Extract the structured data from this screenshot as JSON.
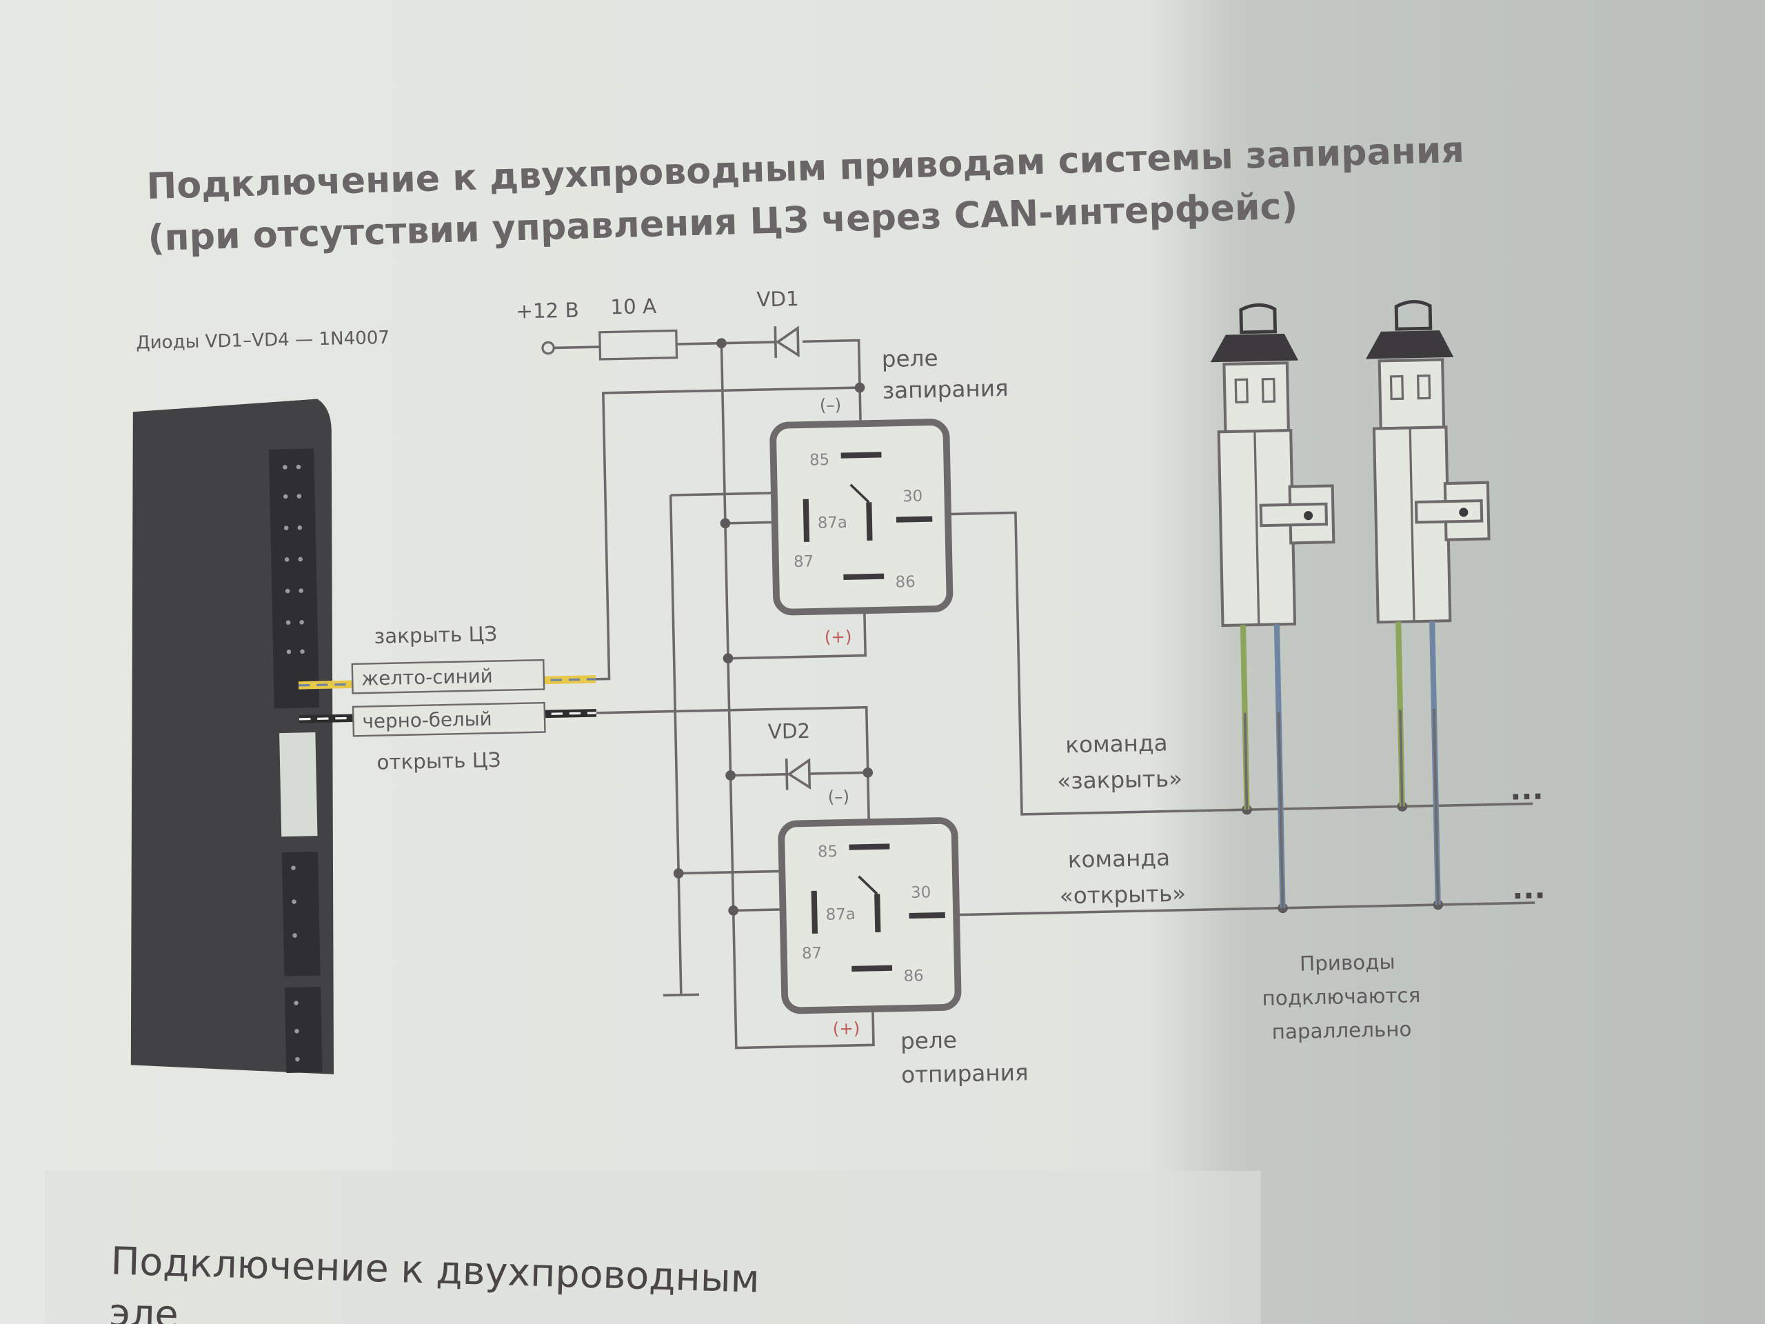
{
  "page": {
    "title_line1": "Подключение к двухпроводным приводам системы запирания",
    "title_line2": "(при отсутствии управления ЦЗ через CAN-интерфейс)",
    "next_section_title": "Подключение к двухпроводным",
    "next_section_line2_fragment": "эле"
  },
  "diagram": {
    "diodes_note": "Диоды VD1–VD4 — 1N4007",
    "supply_label": "+12 В",
    "fuse_label": "10 А",
    "vd1_label": "VD1",
    "vd2_label": "VD2",
    "relay_lock": {
      "label_line1": "реле",
      "label_line2": "запирания",
      "pin_85": "85",
      "pin_86": "86",
      "pin_87a": "87a",
      "pin_87": "87",
      "pin_30": "30",
      "minus": "(–)",
      "plus": "(+)"
    },
    "relay_unlock": {
      "label_line1": "реле",
      "label_line2": "отпирания",
      "pin_85": "85",
      "pin_86": "86",
      "pin_87a": "87a",
      "pin_87": "87",
      "pin_30": "30",
      "minus": "(–)",
      "plus": "(+)"
    },
    "wire_close": {
      "function": "закрыть ЦЗ",
      "color": "желто-синий"
    },
    "wire_open": {
      "function": "открыть ЦЗ",
      "color": "черно-белый"
    },
    "cmd_close_line1": "команда",
    "cmd_close_line2": "«закрыть»",
    "cmd_open_line1": "команда",
    "cmd_open_line2": "«открыть»",
    "ellipsis": "...",
    "actuators_note_line1": "Приводы",
    "actuators_note_line2": "подключаются",
    "actuators_note_line3": "параллельно"
  },
  "colors": {
    "paper": "#dfe3dd",
    "ink": "#6e6a6c",
    "module": "#404042",
    "wire_yellow": "#e8c848",
    "wire_green": "#8da55a",
    "wire_blue": "#6f86a2",
    "plus_red": "#c05a5a"
  }
}
